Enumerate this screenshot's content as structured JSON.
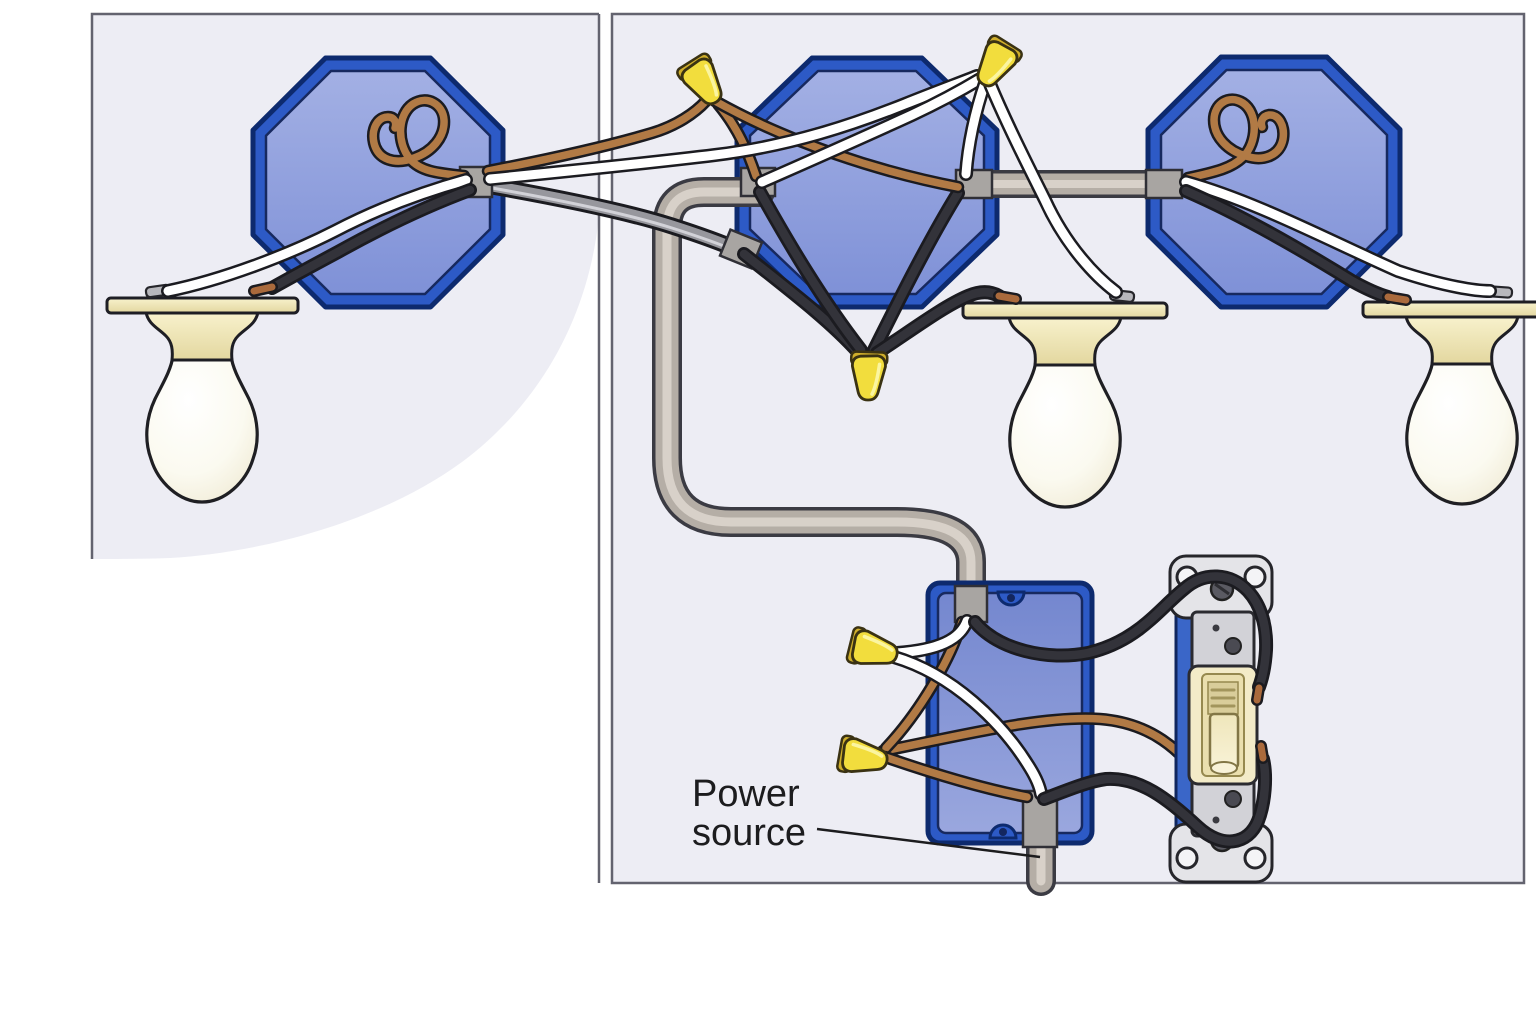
{
  "label": {
    "line1": "Power",
    "line2": "source"
  },
  "colors": {
    "panel_background": "#ededf4",
    "panel_border": "#63636f",
    "box_blue_band": "#2d5ac6",
    "box_blue_outline": "#0d2a6e",
    "neutral_wire_white": "#ffffff",
    "hot_wire_black": "#33333a",
    "ground_wire_copper": "#b17a45",
    "bare_copper_tip": "#aa6a3c",
    "cable_sheath_gray": "#b5aea6",
    "nm_cable_gray": "#97979d",
    "wire_nut_yellow": "#f2dd3d",
    "cable_clamp_gray": "#a8a5a2",
    "porcelain_fixture_cream": "#f0e9bc",
    "toggle_switch_ivory": "#f3ebc8",
    "label_text": "#1c1c1e"
  },
  "components": {
    "junction_box_count": 3,
    "light_fixture_count": 3,
    "wire_nut_count": 5,
    "switch_count": 1,
    "power_source_cable_count": 1
  }
}
